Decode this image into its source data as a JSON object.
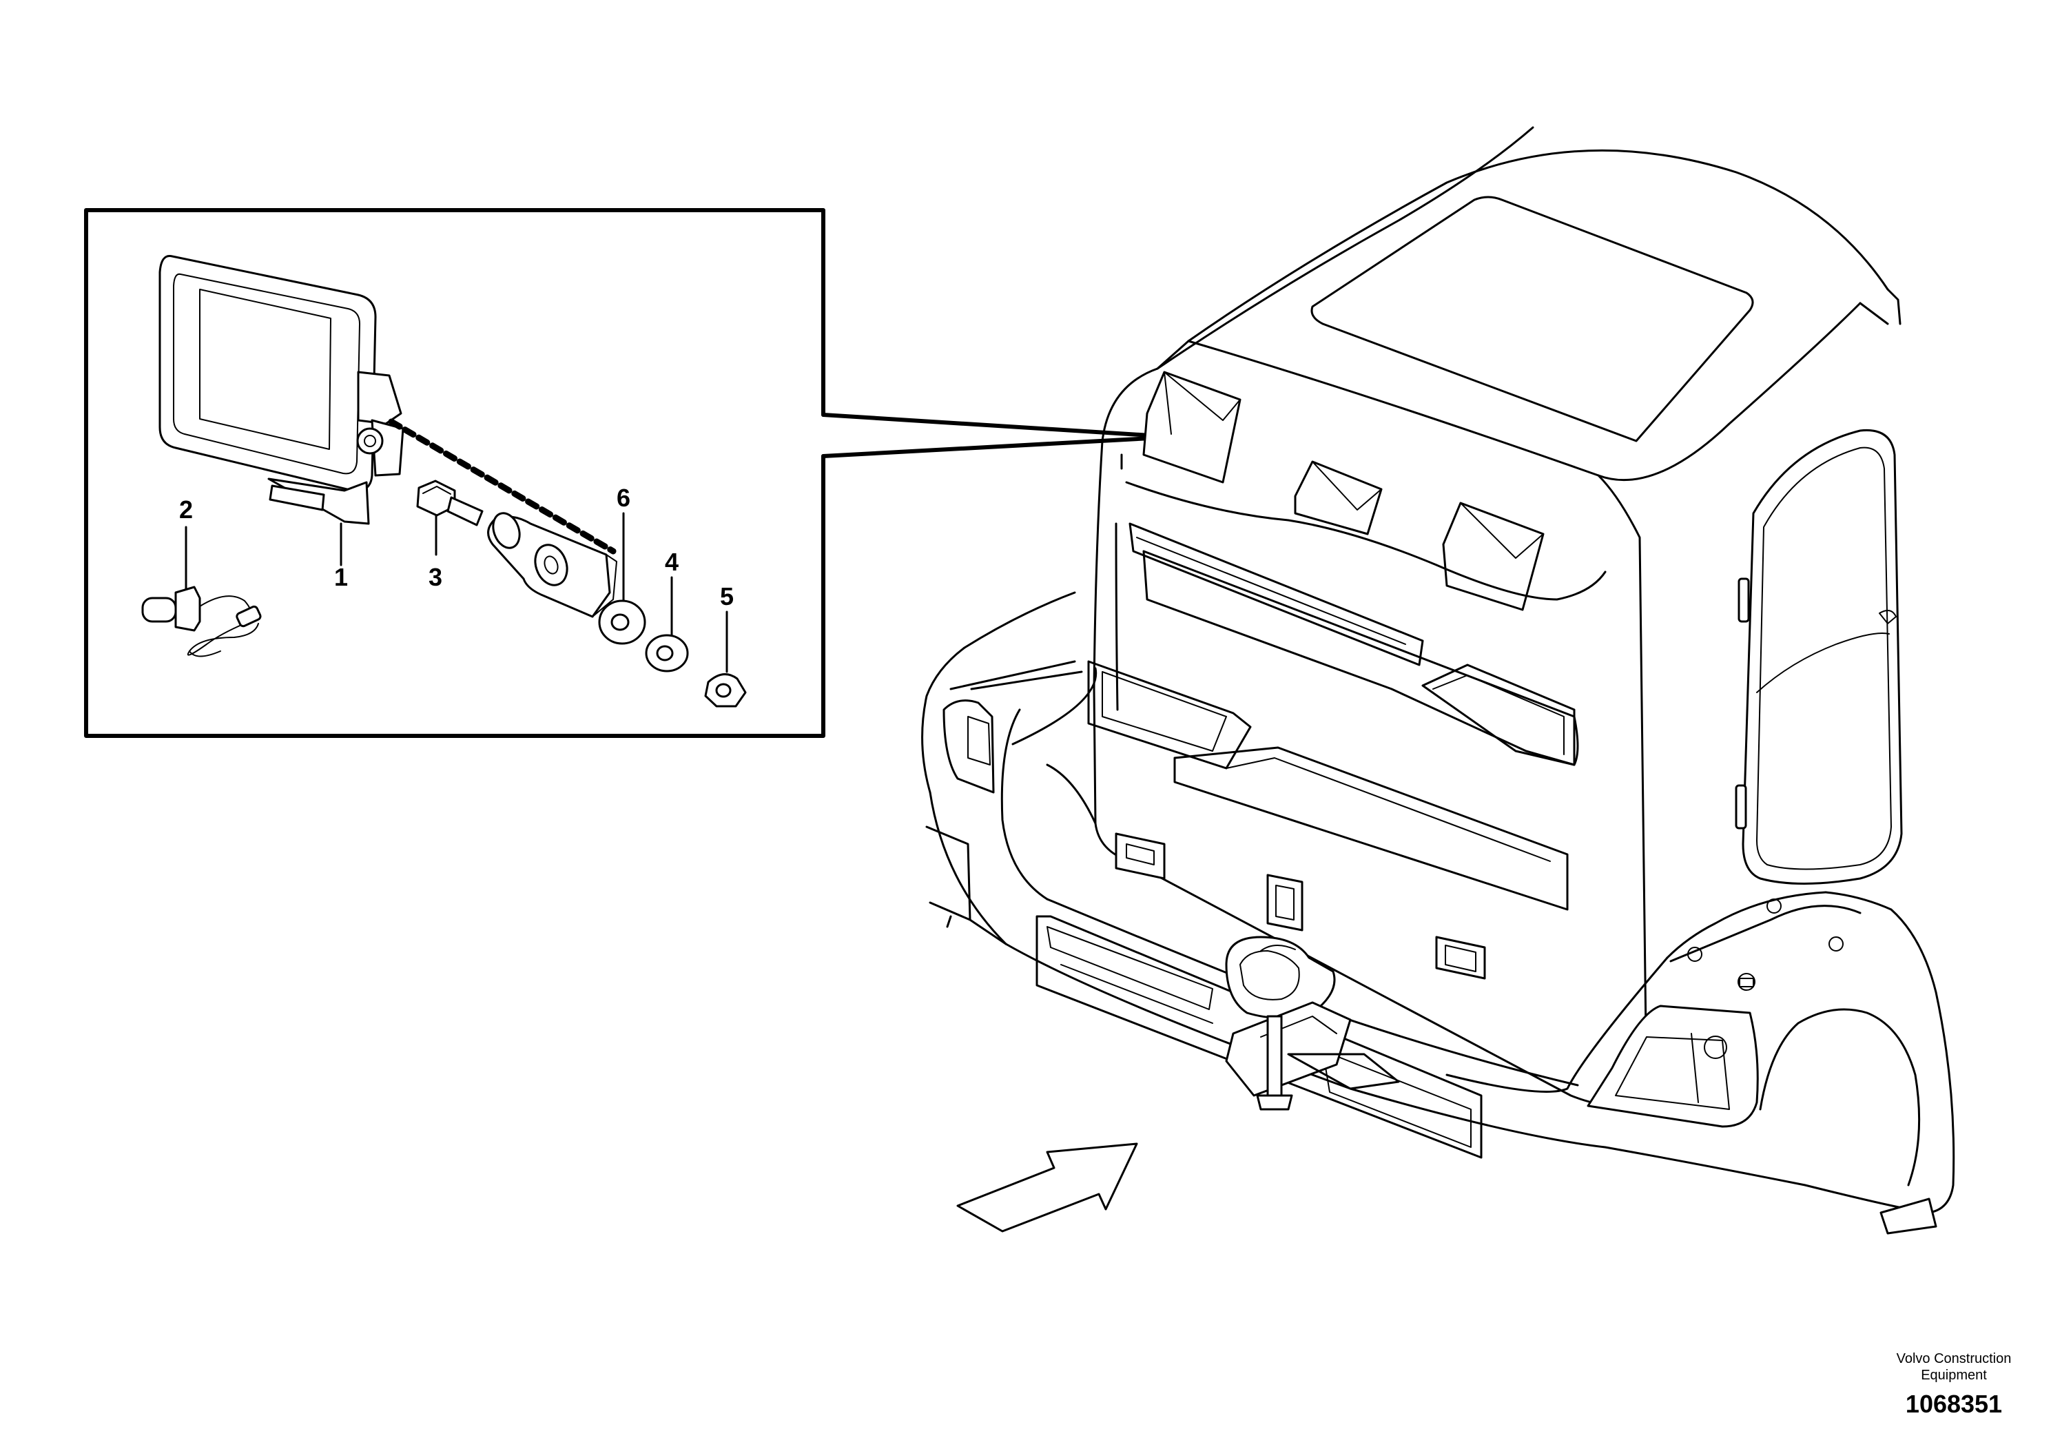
{
  "callouts": [
    {
      "id": "1",
      "text": "1"
    },
    {
      "id": "2",
      "text": "2"
    },
    {
      "id": "3",
      "text": "3"
    },
    {
      "id": "4",
      "text": "4"
    },
    {
      "id": "5",
      "text": "5"
    },
    {
      "id": "6",
      "text": "6"
    }
  ],
  "footer": {
    "manufacturer_line1": "Volvo Construction",
    "manufacturer_line2": "Equipment",
    "drawing_number": "1068351"
  }
}
